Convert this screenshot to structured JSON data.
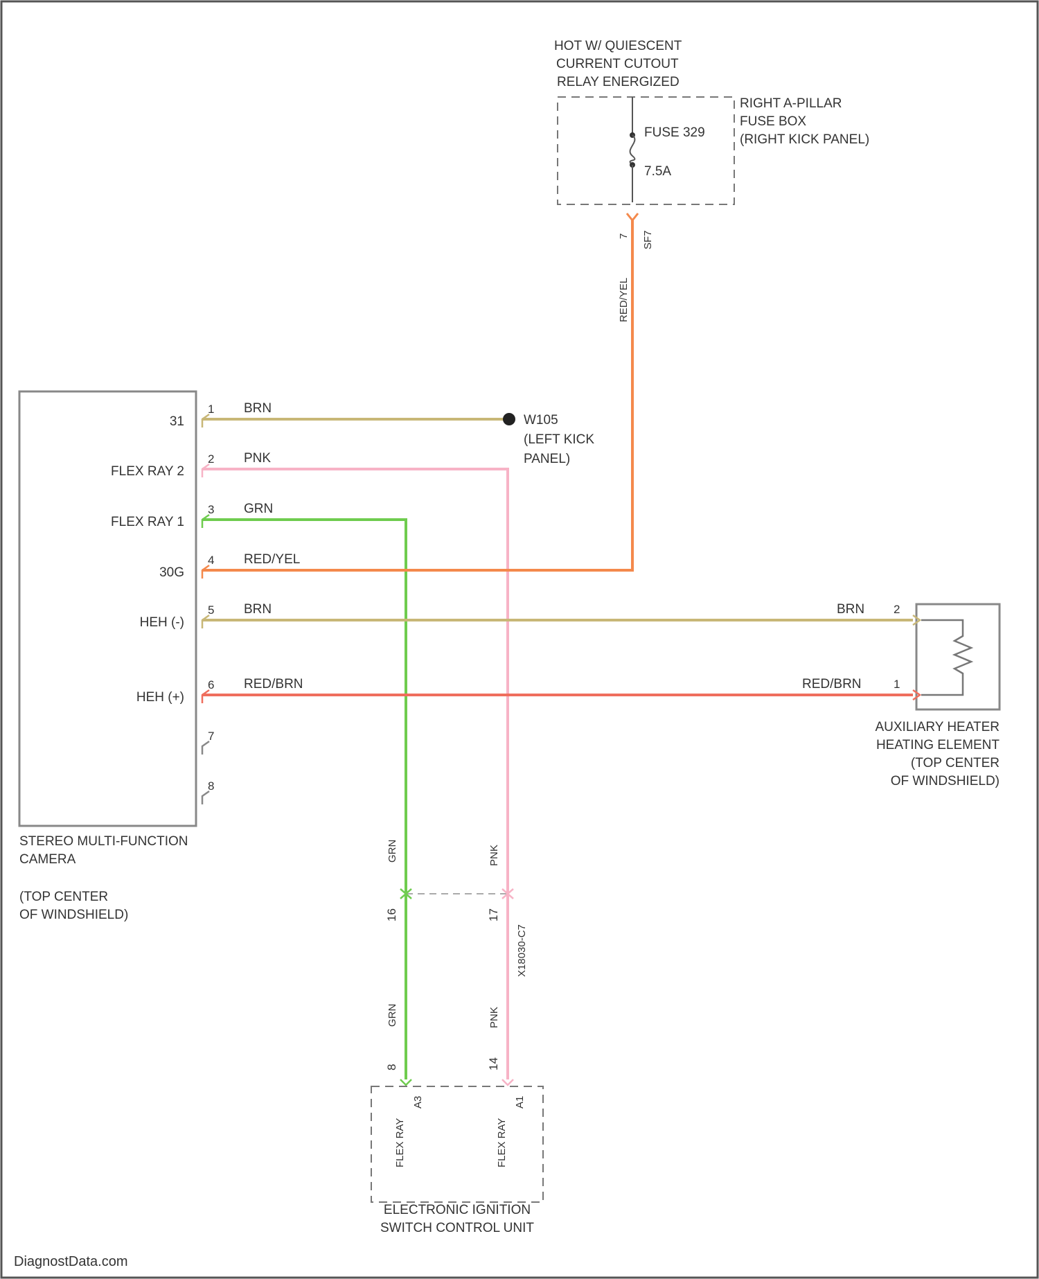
{
  "relay": {
    "line1": "HOT W/ QUIESCENT",
    "line2": "CURRENT CUTOUT",
    "line3": "RELAY ENERGIZED"
  },
  "fuse_box": {
    "line1": "RIGHT A-PILLAR",
    "line2": "FUSE BOX",
    "line3": "(RIGHT KICK PANEL)",
    "fuse_label": "FUSE 329",
    "fuse_rating": "7.5A",
    "conn_pin": "7",
    "conn_id": "SF7",
    "wire_color": "RED/YEL"
  },
  "camera": {
    "name_line1": "STEREO MULTI-FUNCTION",
    "name_line2": "CAMERA",
    "loc_line1": "(TOP CENTER",
    "loc_line2": "OF WINDSHIELD)",
    "pins": [
      {
        "num": "1",
        "signal": "31",
        "wire": "BRN"
      },
      {
        "num": "2",
        "signal": "FLEX RAY 2",
        "wire": "PNK"
      },
      {
        "num": "3",
        "signal": "FLEX RAY 1",
        "wire": "GRN"
      },
      {
        "num": "4",
        "signal": "30G",
        "wire": "RED/YEL"
      },
      {
        "num": "5",
        "signal": "HEH (-)",
        "wire": "BRN"
      },
      {
        "num": "6",
        "signal": "HEH (+)",
        "wire": "RED/BRN"
      },
      {
        "num": "7",
        "signal": "",
        "wire": ""
      },
      {
        "num": "8",
        "signal": "",
        "wire": ""
      }
    ]
  },
  "ground": {
    "id": "W105",
    "line2": "(LEFT KICK",
    "line3": "PANEL)"
  },
  "heater": {
    "line1": "AUXILIARY HEATER",
    "line2": "HEATING ELEMENT",
    "line3": "(TOP CENTER",
    "line4": "OF WINDSHIELD)",
    "pin2": "2",
    "pin1": "1",
    "wire2": "BRN",
    "wire1": "RED/BRN"
  },
  "inline_connector": {
    "id": "X18030-C7",
    "pin_grn": "16",
    "pin_pnk": "17",
    "wire_grn_top": "GRN",
    "wire_pnk_top": "PNK",
    "wire_grn_bottom": "GRN",
    "wire_pnk_bottom": "PNK"
  },
  "ignition": {
    "line1": "ELECTRONIC IGNITION",
    "line2": "SWITCH CONTROL UNIT",
    "pin_grn": "8",
    "pin_pnk": "14",
    "port_grn": "A3",
    "port_pnk": "A1",
    "sig_grn": "FLEX RAY",
    "sig_pnk": "FLEX RAY"
  },
  "watermark": "DiagnostData.com",
  "colors": {
    "brn": "#c8b777",
    "pnk": "#f7b3c6",
    "grn": "#6fcc4f",
    "red_yel": "#f4894c",
    "red_brn": "#ef6e5d",
    "frame": "#666666"
  }
}
